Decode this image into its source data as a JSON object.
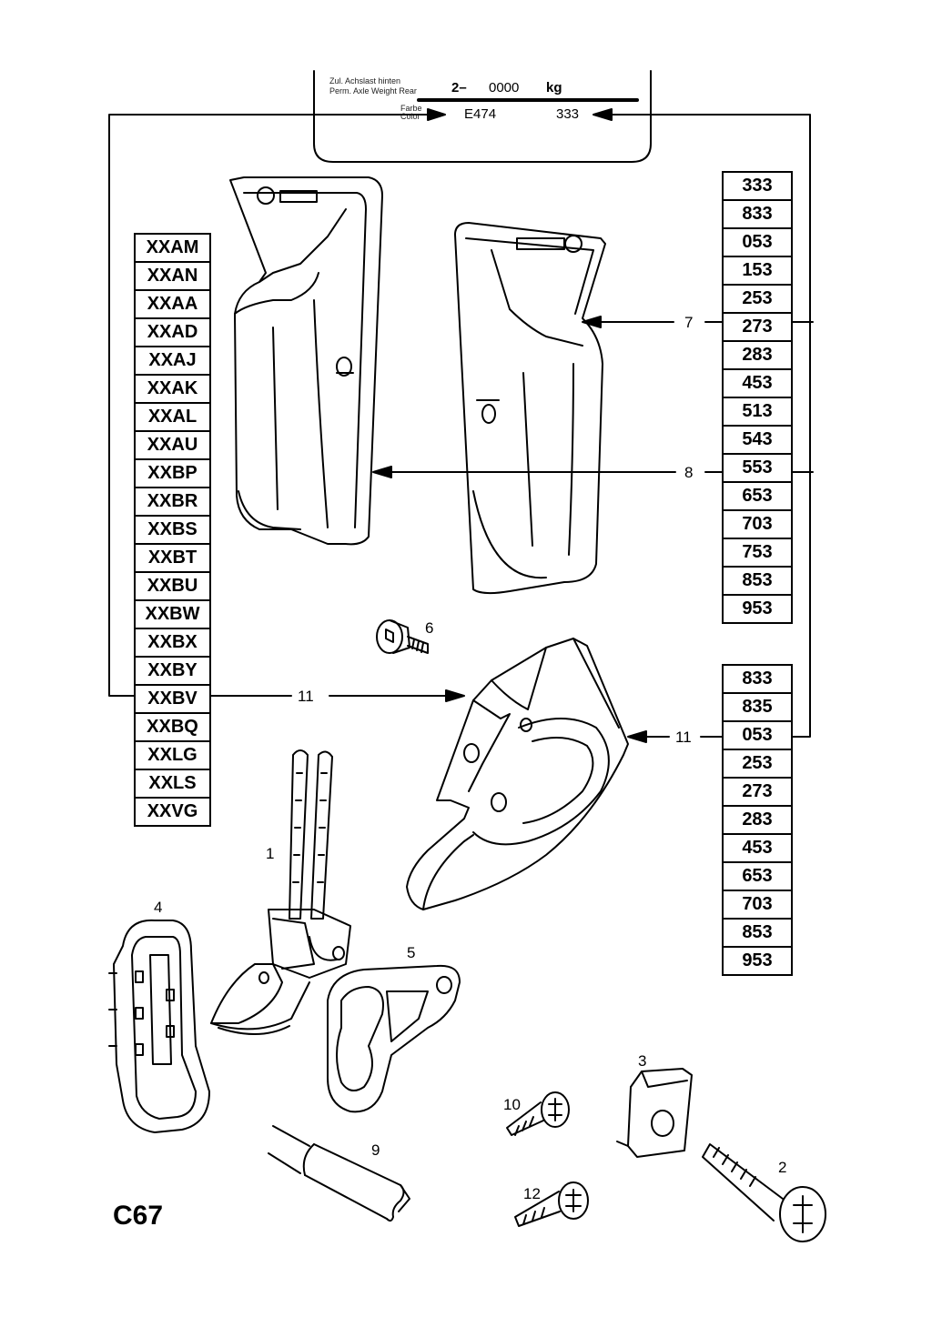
{
  "label_plate": {
    "axle_label_de": "Zul. Achslast hinten",
    "axle_label_en": "Perm. Axle Weight Rear",
    "axle_prefix": "2–",
    "axle_value": "0000",
    "axle_unit": "kg",
    "color_label_de": "Farbe",
    "color_label_en": "Color",
    "color_code": "E474",
    "color_number": "333"
  },
  "left_codes": [
    "XXAM",
    "XXAN",
    "XXAA",
    "XXAD",
    "XXAJ",
    "XXAK",
    "XXAL",
    "XXAU",
    "XXBP",
    "XXBR",
    "XXBS",
    "XXBT",
    "XXBU",
    "XXBW",
    "XXBX",
    "XXBY",
    "XXBV",
    "XXBQ",
    "XXLG",
    "XXLS",
    "XXVG"
  ],
  "right_codes_top": [
    "333",
    "833",
    "053",
    "153",
    "253",
    "273",
    "283",
    "453",
    "513",
    "543",
    "553",
    "653",
    "703",
    "753",
    "853",
    "953"
  ],
  "right_codes_bottom": [
    "833",
    "835",
    "053",
    "253",
    "273",
    "283",
    "453",
    "653",
    "703",
    "853",
    "953"
  ],
  "callouts": {
    "c7": "7",
    "c8": "8",
    "c11_left": "11",
    "c11_right": "11",
    "c6": "6",
    "c1": "1",
    "c4": "4",
    "c5": "5",
    "c3": "3",
    "c10": "10",
    "c9": "9",
    "c2": "2",
    "c12": "12"
  },
  "page_code": "C67"
}
